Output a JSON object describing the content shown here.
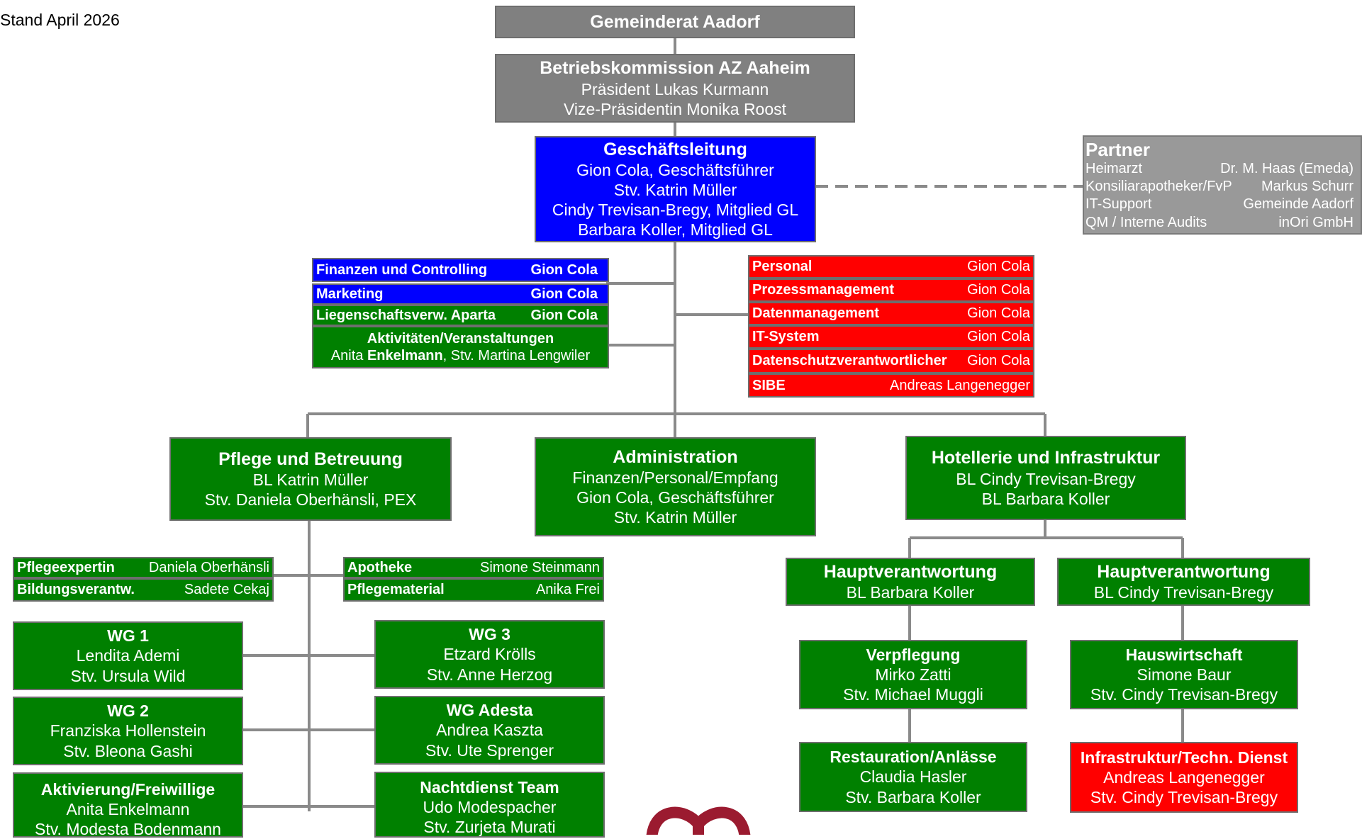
{
  "stand": "Stand April 2026",
  "gemeinderat": "Gemeinderat Aadorf",
  "betriebskommission": {
    "title": "Betriebskommission AZ Aaheim",
    "lines": [
      "Präsident Lukas Kurmann",
      "Vize-Präsidentin Monika Roost"
    ]
  },
  "geschaeftsleitung": {
    "title": "Geschäftsleitung",
    "lines": [
      "Gion Cola, Geschäftsführer",
      "Stv. Katrin Müller",
      "Cindy Trevisan-Bregy, Mitglied GL",
      "Barbara Koller, Mitglied GL"
    ]
  },
  "partner": {
    "title": "Partner",
    "rows": [
      {
        "role": "Heimarzt",
        "name": "Dr. M. Haas (Emeda)"
      },
      {
        "role": "Konsiliarapotheker/FvP",
        "name": "Markus Schurr"
      },
      {
        "role": "IT-Support",
        "name": "Gemeinde Aadorf"
      },
      {
        "role": "QM / Interne Audits",
        "name": "inOri GmbH"
      }
    ]
  },
  "stabsstellen_links": [
    {
      "label": "Finanzen und Controlling",
      "name": "Gion Cola"
    },
    {
      "label": "Marketing",
      "name": "Gion Cola"
    },
    {
      "label": "Liegenschaftsverw. Aparta",
      "name": "Gion Cola"
    }
  ],
  "aktivitaeten": {
    "title": "Aktivitäten/Veranstaltungen",
    "prefix": "Anita ",
    "bold": "Enkelmann",
    "suffix": ", Stv. Martina Lengwiler"
  },
  "stabsstellen_rechts": [
    {
      "label": "Personal",
      "name": "Gion Cola"
    },
    {
      "label": "Prozessmanagement",
      "name": "Gion Cola"
    },
    {
      "label": "Datenmanagement",
      "name": "Gion Cola"
    },
    {
      "label": "IT-System",
      "name": "Gion Cola"
    },
    {
      "label": "Datenschutzverantwortlicher",
      "name": "Gion Cola"
    },
    {
      "label": "SIBE",
      "name": "Andreas Langenegger"
    }
  ],
  "pflege": {
    "title": "Pflege und Betreuung",
    "lines": [
      "BL Katrin Müller",
      "Stv. Daniela Oberhänsli, PEX"
    ]
  },
  "administration": {
    "title": "Administration",
    "lines": [
      "Finanzen/Personal/Empfang",
      "Gion Cola, Geschäftsführer",
      "Stv. Katrin Müller"
    ]
  },
  "hotellerie": {
    "title": "Hotellerie und Infrastruktur",
    "lines": [
      "BL Cindy Trevisan-Bregy",
      "BL Barbara Koller"
    ]
  },
  "pflege_stab_links": [
    {
      "label": "Pflegeexpertin",
      "name": "Daniela Oberhänsli"
    },
    {
      "label": "Bildungsverantw.",
      "name": "Sadete Cekaj"
    }
  ],
  "pflege_stab_rechts": [
    {
      "label": "Apotheke",
      "name": "Simone Steinmann"
    },
    {
      "label": "Pflegematerial",
      "name": "Anika Frei"
    }
  ],
  "wg1": {
    "title": "WG 1",
    "lines": [
      "Lendita Ademi",
      "Stv. Ursula Wild"
    ]
  },
  "wg2": {
    "title": "WG 2",
    "lines": [
      "Franziska Hollenstein",
      "Stv. Bleona Gashi"
    ]
  },
  "aktivierung": {
    "title": "Aktivierung/Freiwillige",
    "lines": [
      "Anita Enkelmann",
      "Stv. Modesta Bodenmann"
    ]
  },
  "wg3": {
    "title": "WG 3",
    "lines": [
      "Etzard Krölls",
      "Stv. Anne Herzog"
    ]
  },
  "wgadesta": {
    "title": "WG Adesta",
    "lines": [
      "Andrea Kaszta",
      "Stv. Ute Sprenger"
    ]
  },
  "nachtdienst": {
    "title": "Nachtdienst Team",
    "lines": [
      "Udo Modespacher",
      "Stv. Zurjeta Murati"
    ]
  },
  "hv1": {
    "title": "Hauptverantwortung",
    "lines": [
      "BL Barbara Koller"
    ]
  },
  "hv2": {
    "title": "Hauptverantwortung",
    "lines": [
      "BL Cindy Trevisan-Bregy"
    ]
  },
  "verpflegung": {
    "title": "Verpflegung",
    "lines": [
      "Mirko Zatti",
      "Stv. Michael Muggli"
    ]
  },
  "hauswirtschaft": {
    "title": "Hauswirtschaft",
    "lines": [
      "Simone Baur",
      "Stv. Cindy Trevisan-Bregy"
    ]
  },
  "restauration": {
    "title": "Restauration/Anlässe",
    "lines": [
      "Claudia Hasler",
      "Stv. Barbara Koller"
    ]
  },
  "infrastruktur": {
    "title": "Infrastruktur/Techn. Dienst",
    "lines": [
      "Andreas Langenegger",
      "Stv. Cindy Trevisan-Bregy"
    ]
  },
  "colors": {
    "gl_blue": "#0000ff",
    "unit_green": "#008000",
    "staff_red": "#ff0000",
    "board_gray": "#808080",
    "logo_red": "#9b1b30"
  }
}
